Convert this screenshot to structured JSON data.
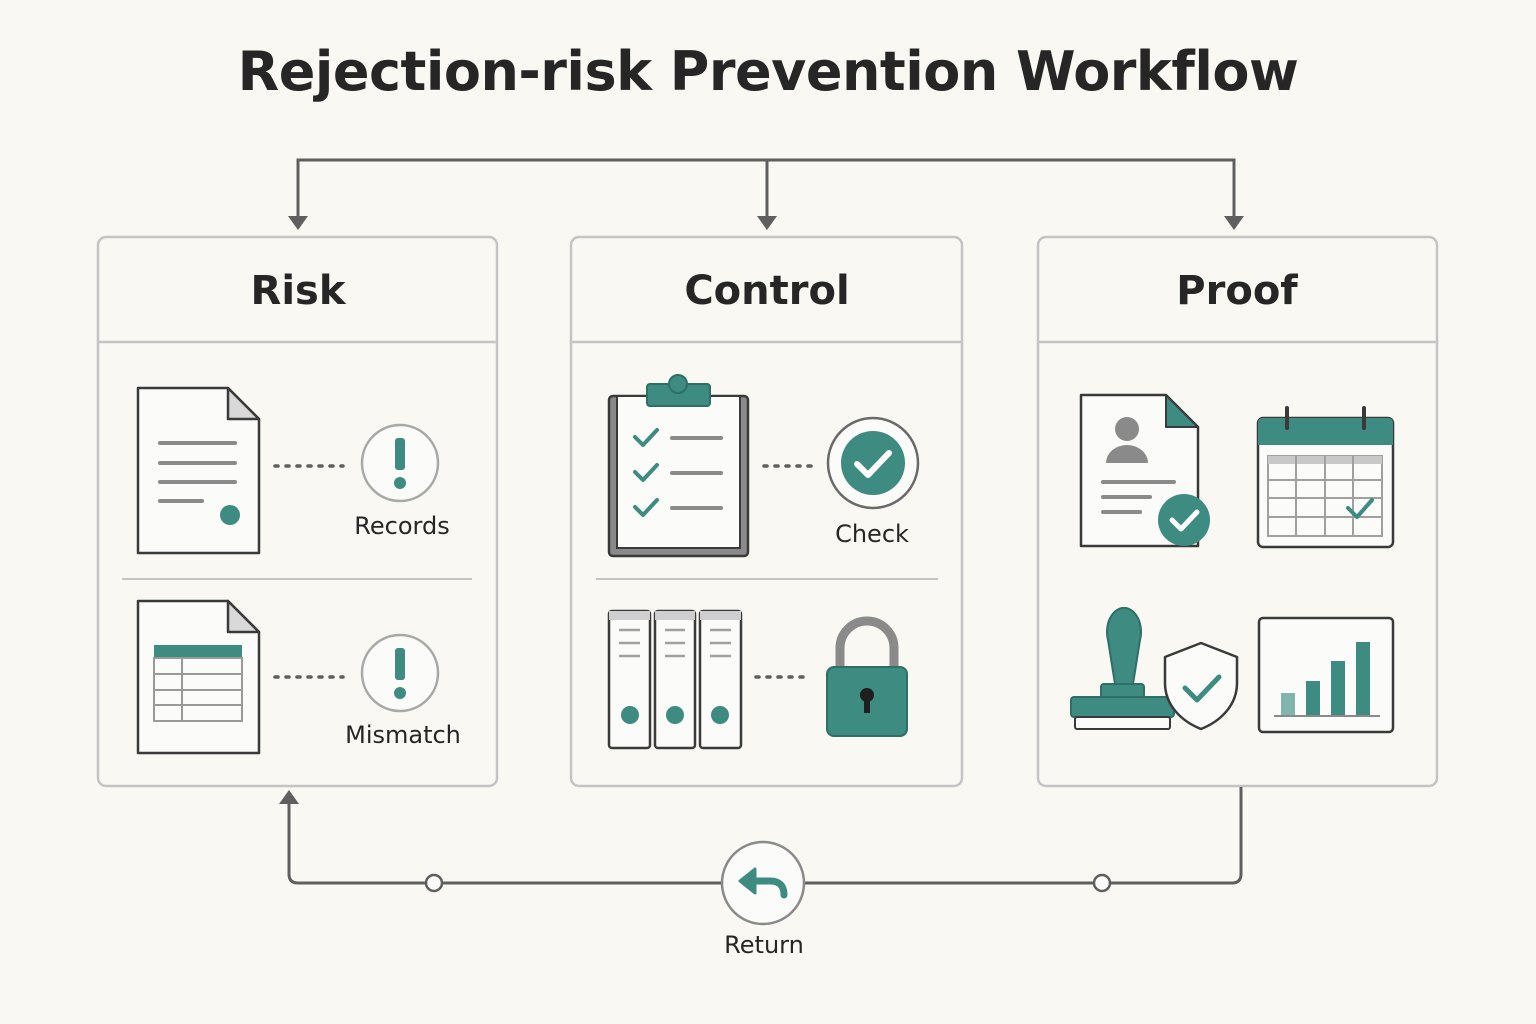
{
  "title": "Rejection-risk Prevention Workflow",
  "panels": [
    {
      "name": "Risk",
      "items": [
        {
          "icon": "document-icon",
          "badge": "exclamation-icon",
          "label": "Records"
        },
        {
          "icon": "spreadsheet-icon",
          "badge": "exclamation-icon",
          "label": "Mismatch"
        }
      ]
    },
    {
      "name": "Control",
      "items": [
        {
          "icon": "checklist-clipboard-icon",
          "badge": "check-circle-icon",
          "label": "Check"
        },
        {
          "icon": "binders-icon",
          "badge": "padlock-icon",
          "label": ""
        }
      ]
    },
    {
      "name": "Proof",
      "items": [
        {
          "icon": "verified-profile-icon",
          "label": ""
        },
        {
          "icon": "calendar-check-icon",
          "label": ""
        },
        {
          "icon": "stamp-shield-icon",
          "label": ""
        },
        {
          "icon": "bar-chart-icon",
          "label": ""
        }
      ]
    }
  ],
  "return_label": "Return",
  "colors": {
    "accent": "#3d8b81",
    "line": "#5f5f5f",
    "border": "#c4c4c4",
    "bg": "#f9f8f3"
  }
}
